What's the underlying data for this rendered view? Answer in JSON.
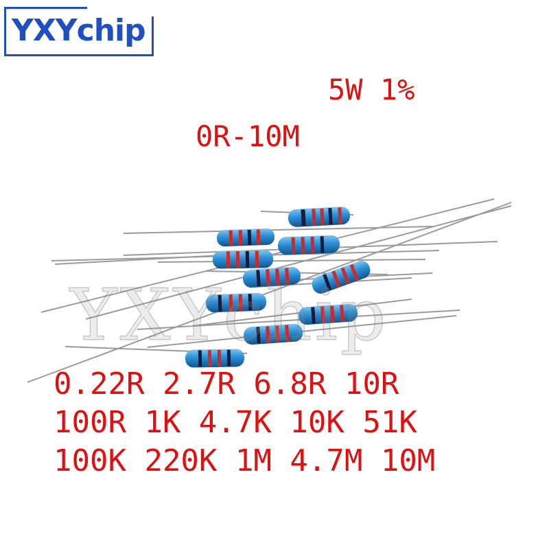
{
  "brand": {
    "logo_text": "YXYchip",
    "watermark_text": "YXYchip",
    "color": "#1f4fc0"
  },
  "spec": {
    "power_tolerance": "5W 1%",
    "range": "0R-10M"
  },
  "values": {
    "line1": "0.22R 2.7R 6.8R 10R",
    "line2": "100R 1K 4.7K 10K 51K",
    "line3": "100K 220K 1M 4.7M 10M"
  },
  "colors": {
    "text": "#e01010",
    "resistor_body": "#2a8fd6",
    "band_red": "#cc2a2a",
    "band_dark": "#1a1a3a",
    "lead": "#9a9a9a"
  }
}
